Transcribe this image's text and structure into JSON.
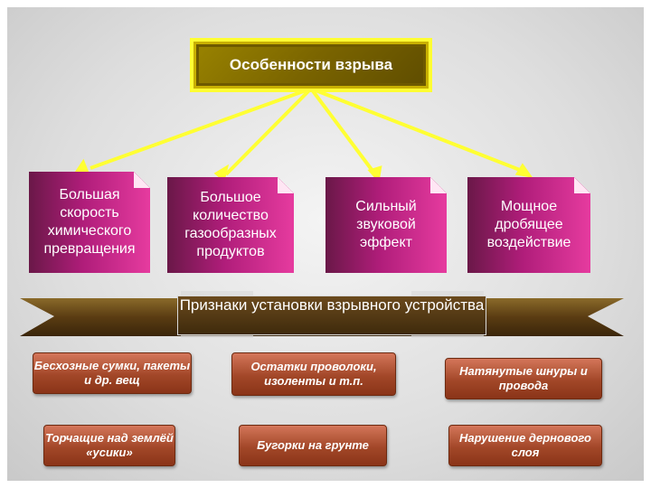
{
  "title": "Особенности взрыва",
  "features": [
    "Большая скорость химического превращения",
    "Большое количество газообразных продуктов",
    "Сильный звуковой эффект",
    "Мощное дробящее воздействие"
  ],
  "banner": "Признаки установки взрывного устройства",
  "signs": [
    "Бесхозные сумки, пакеты и др. вещ",
    "Остатки проволоки, изоленты и т.п.",
    "Натянутые шнуры и провода",
    "Торчащие над землёй «усики»",
    "Бугорки на грунте",
    "Нарушение дернового слоя"
  ],
  "colors": {
    "title_border": "#ffff33",
    "title_fill": "#7a6400",
    "arrow": "#ffff33",
    "feature_fill": "#b01d7a",
    "banner": "#5a3c12",
    "sign_fill": "#a24728"
  }
}
